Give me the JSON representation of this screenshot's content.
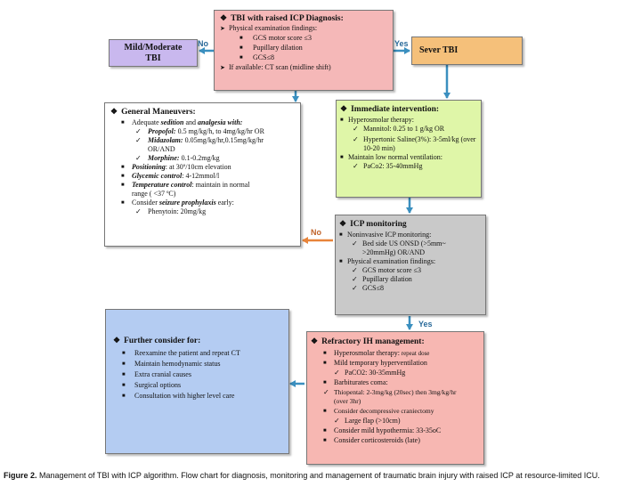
{
  "colors": {
    "diagnosis_fill": "#f5b8b8",
    "mild_fill": "#c9b8ee",
    "severe_fill": "#f5c07a",
    "general_fill": "#ffffff",
    "immediate_fill": "#dff6a8",
    "monitoring_fill": "#c9c9c9",
    "further_fill": "#b4ccf2",
    "refractory_fill": "#f7b7b2",
    "blue_arrow": "#3a8fbf",
    "orange_arrow": "#e8843a",
    "label_color": "#2a6a9a",
    "no_orange_color": "#c0632a"
  },
  "diagnosis": {
    "title": "TBI with raised ICP Diagnosis:",
    "items": [
      {
        "level": 0,
        "marker": "arrow",
        "text": "Physical examination findings:"
      },
      {
        "level": 1,
        "marker": "square",
        "text": "GCS motor score ≤3"
      },
      {
        "level": 1,
        "marker": "square",
        "text": "Pupillary dilation"
      },
      {
        "level": 1,
        "marker": "square",
        "text": "GCS≤8"
      },
      {
        "level": 0,
        "marker": "arrow",
        "text": "If available: CT scan (midline shift)"
      }
    ]
  },
  "mild": {
    "line1": "Mild/Moderate",
    "line2": "TBI"
  },
  "severe": {
    "text": "Sever TBI"
  },
  "labels": {
    "no_left": "No",
    "yes_right": "Yes",
    "no_monitor": "No",
    "yes_monitor": "Yes"
  },
  "general": {
    "title": "General Maneuvers:",
    "adequate": {
      "pre": "Adequate ",
      "sed": "sedition",
      "and": " and ",
      "ana": "analgesia with:"
    },
    "propofol": {
      "name": "Propofol:",
      "dose": " 0.5 mg/kg/h, to 4mg/kg/hr OR"
    },
    "midazolam": {
      "name": "Midazolam:",
      "dose": " 0.05mg/kg/hr,0.15mg/kg/hr",
      "cont": "OR/AND"
    },
    "morphine": {
      "name": "Morphine:",
      "dose": " 0.1-0.2mg/kg"
    },
    "positioning": {
      "name": "Positioning",
      "rest": ": at 30º/10cm elevation"
    },
    "glycemic": {
      "name": "Glycemic control",
      "rest": ": 4-12mmol/l"
    },
    "temperature": {
      "name": "Temperature control",
      "rest": ": maintain in normal",
      "cont": "range ( <37 ºC)"
    },
    "seizure": {
      "pre": "Consider ",
      "name": "seizure prophylaxis",
      "rest": " early:"
    },
    "phenytoin": "Phenytoin: 20mg/kg"
  },
  "immediate": {
    "title": "Immediate intervention:",
    "hyper": "Hyperosmolar therapy:",
    "mannitol": "Mannitol:  0.25 to 1 g/kg OR",
    "saline": "Hypertonic Saline(3%): 3-5ml/kg (over",
    "saline_cont": "10-20 min)",
    "vent": "Maintain low normal ventilation:",
    "paco2": "PaCo2: 35-40mmHg"
  },
  "monitoring": {
    "title": "ICP monitoring",
    "noninvasive": "Noninvasive ICP monitoring:",
    "onsd": "Bed side US ONSD (>5mm~",
    "onsd_cont": ">20mmHg) OR/AND",
    "phys": "Physical examination findings:",
    "gcs_motor": "GCS motor score ≤3",
    "pupil": "Pupillary dilation",
    "gcs": "GCS≤8"
  },
  "further": {
    "title": "Further consider for:",
    "items": [
      "Reexamine the patient and repeat CT",
      "Maintain hemodynamic status",
      "Extra cranial causes",
      "Surgical options",
      "Consultation with higher level care"
    ]
  },
  "refractory": {
    "title": "Refractory IH management:",
    "hyper": "Hyperosmolar therapy:",
    "hyper_rest": " repeat dose",
    "mild_vent": "Mild temporary hyperventilation",
    "paco2": "PaCO2: 30-35mmHg",
    "barb": "Barbiturates coma:",
    "thiopental": "Thiopental: 2-3mg/kg (20sec) then 3mg/kg/hr",
    "thiopental_cont": "(over 3hr)",
    "decomp": "Consider decompressive craniectomy",
    "flap": "Large flap (>10cm)",
    "hypothermia": "Consider mild hypothermia: 33-35oC",
    "steroids": "Consider corticosteroids (late)"
  },
  "caption": {
    "label": "Figure 2.",
    "text": " Management of TBI with ICP algorithm. Flow chart for diagnosis, monitoring and management of traumatic brain injury with raised ICP at resource-limited ICU."
  }
}
